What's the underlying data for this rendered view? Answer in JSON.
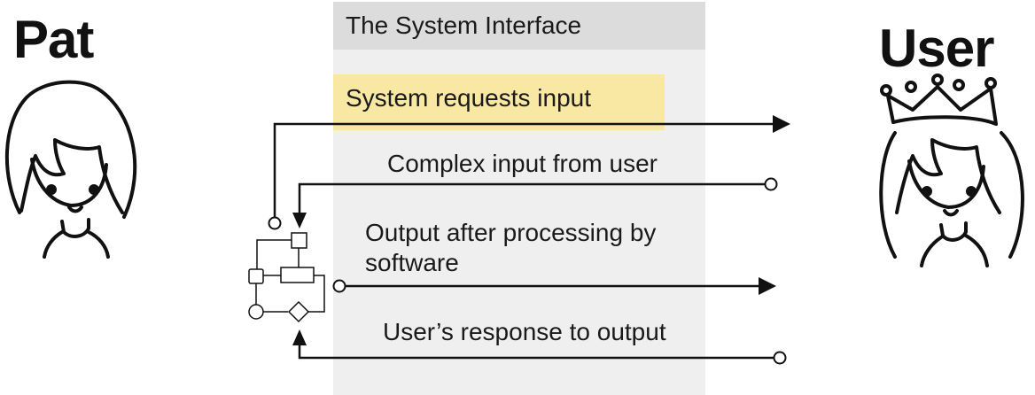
{
  "actors": {
    "left_name": "Pat",
    "right_name": "User"
  },
  "interface": {
    "title": "The System Interface"
  },
  "messages": {
    "request": "System requests input",
    "complex_input": "Complex input from user",
    "output_line1": "Output after processing by",
    "output_line2": "software",
    "response": "User’s response to output"
  },
  "colors": {
    "panel": "#efefef",
    "panel_header": "#dcdcdc",
    "highlight": "#f9e7a4",
    "ink": "#111111"
  },
  "icons": {
    "left_actor": "girl-face-icon",
    "right_actor": "crowned-girl-face-icon",
    "software": "flowchart-icon"
  }
}
